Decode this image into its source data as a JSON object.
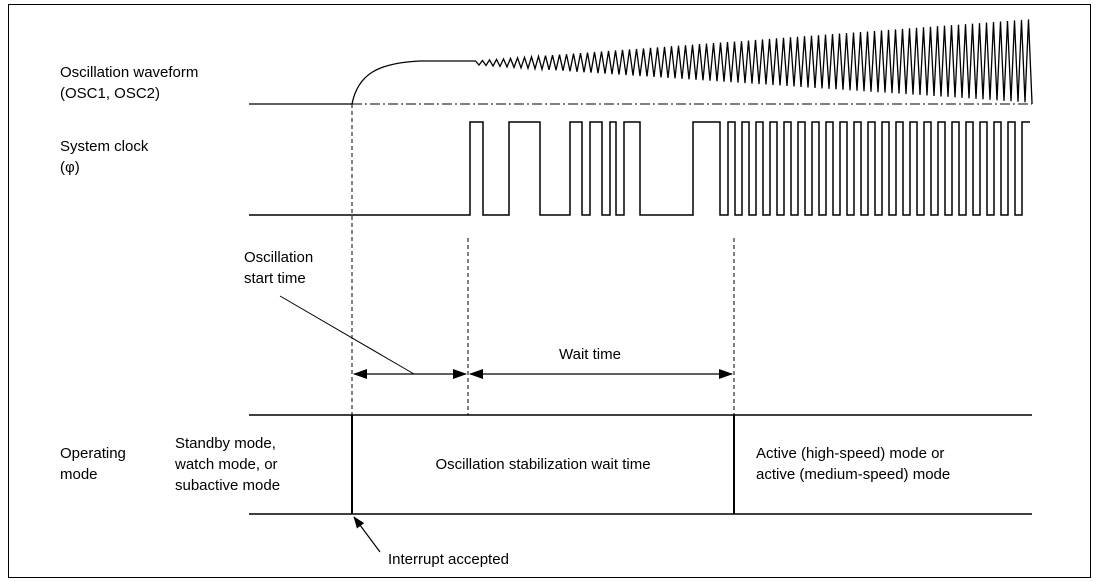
{
  "signals": {
    "osc_label_1": "Oscillation waveform",
    "osc_label_2": "(OSC1, OSC2)",
    "clk_label_1": "System clock",
    "clk_label_2": "(φ)"
  },
  "annotations": {
    "osc_start_1": "Oscillation",
    "osc_start_2": "start time",
    "wait_time": "Wait time",
    "interrupt": "Interrupt accepted"
  },
  "operating_mode": {
    "label_1": "Operating",
    "label_2": "mode",
    "standby_1": "Standby mode,",
    "standby_2": "watch mode, or",
    "standby_3": "subactive mode",
    "stabilization": "Oscillation stabilization wait time",
    "active_1": "Active (high-speed) mode or",
    "active_2": "active (medium-speed) mode"
  }
}
